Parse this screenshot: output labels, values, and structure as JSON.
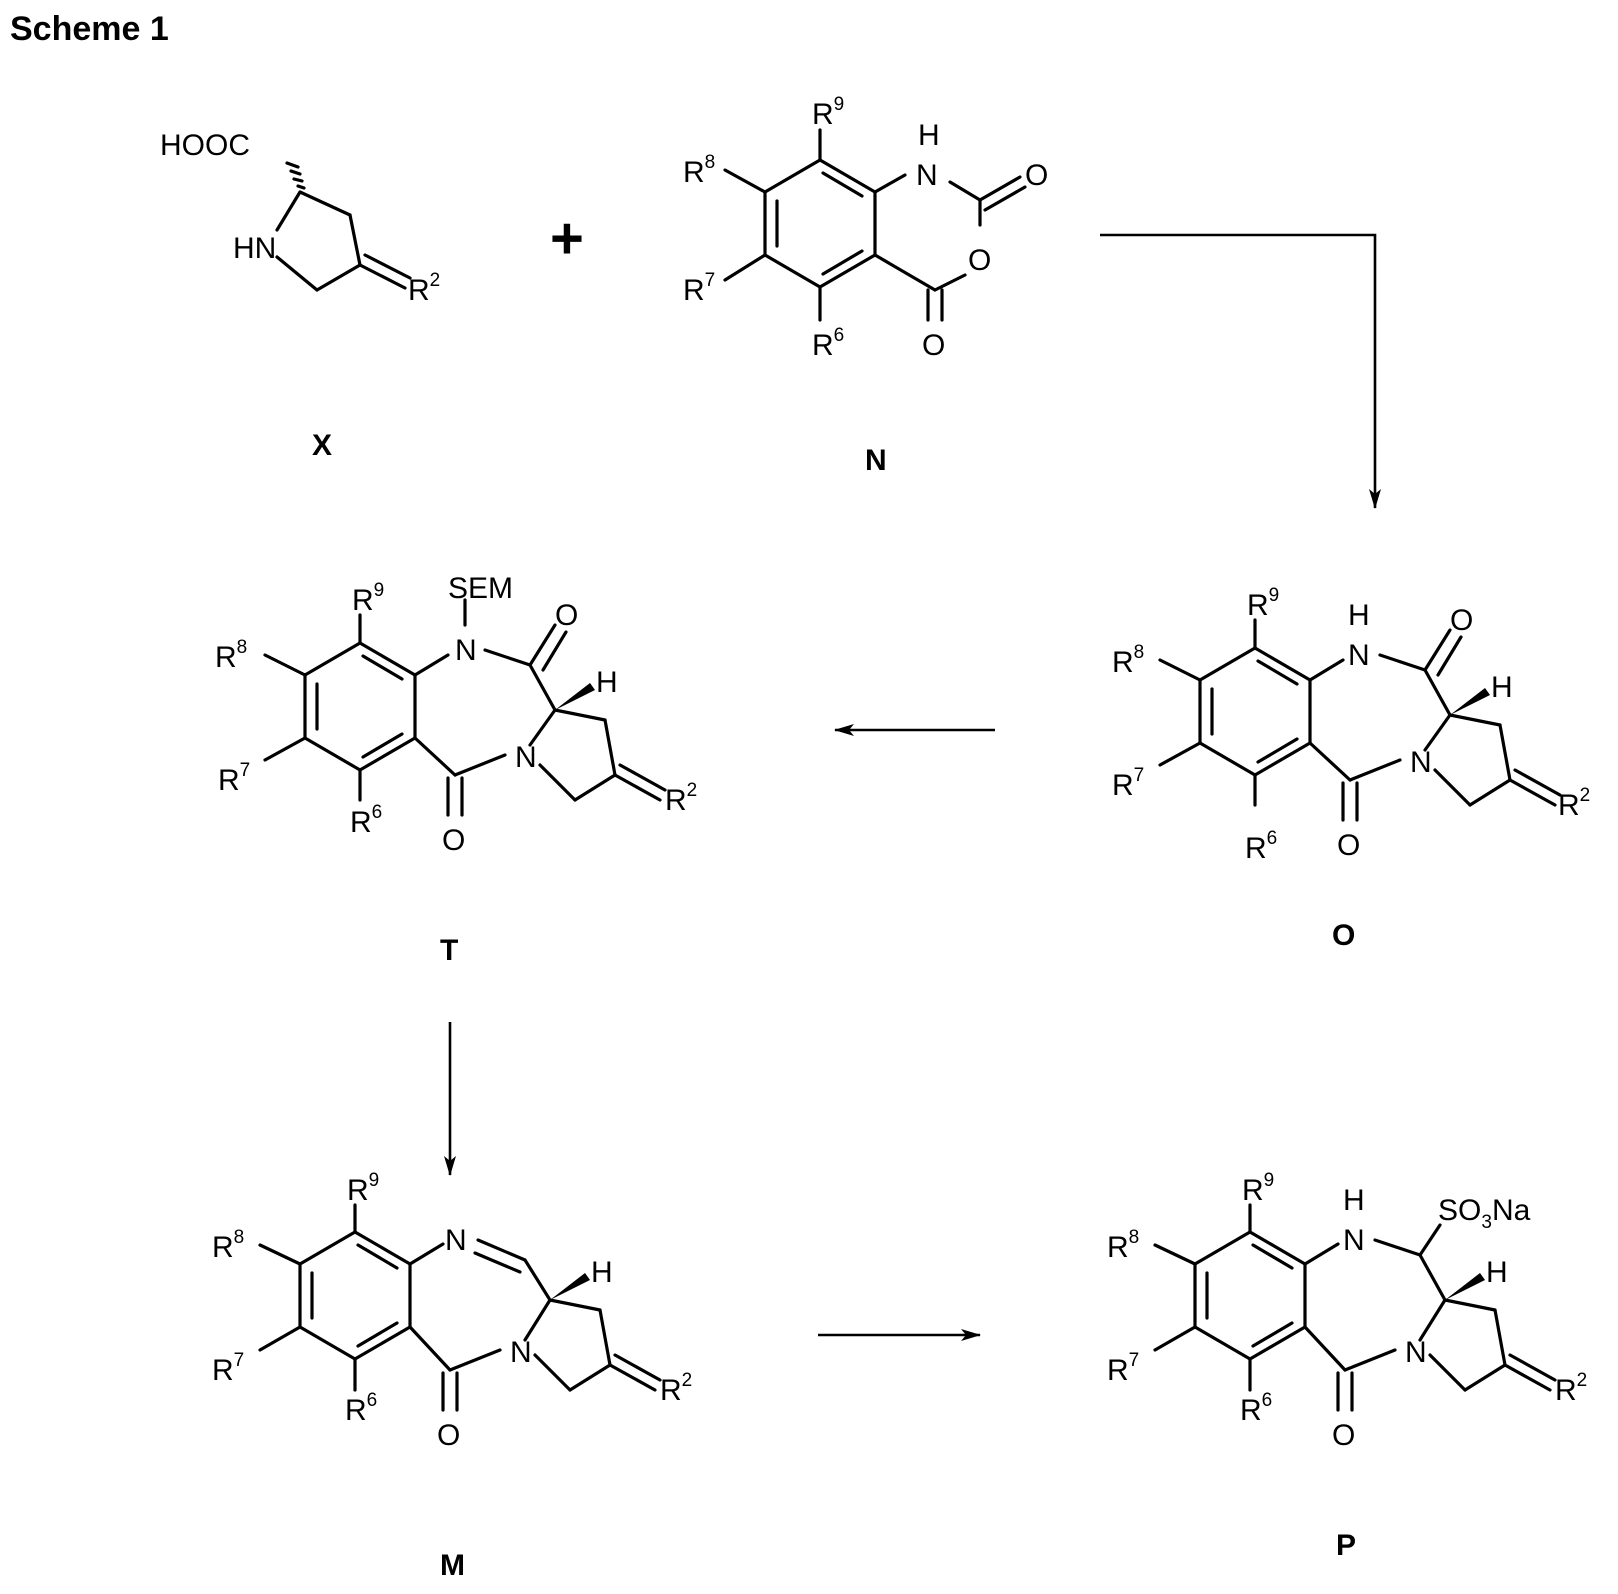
{
  "title": "Scheme 1",
  "plus": "+",
  "compounds": [
    {
      "id": "X",
      "label": "X"
    },
    {
      "id": "N",
      "label": "N"
    },
    {
      "id": "O",
      "label": "O"
    },
    {
      "id": "T",
      "label": "T"
    },
    {
      "id": "M",
      "label": "M"
    },
    {
      "id": "P",
      "label": "P"
    }
  ],
  "atoms": {
    "R": "R",
    "n": "N",
    "NH": "N",
    "HN": "HN",
    "H": "H",
    "O": "O",
    "HOOC": "HOOC",
    "SEM": "SEM",
    "SO3Na": "SO3Na",
    "SO": "SO",
    "Na": "Na",
    "sub3": "3",
    "sup2": "2",
    "sup6": "6",
    "sup7": "7",
    "sup8": "8",
    "sup9": "9"
  },
  "arrows": [
    {
      "from": "X+N",
      "to": "O"
    },
    {
      "from": "O",
      "to": "T"
    },
    {
      "from": "T",
      "to": "M"
    },
    {
      "from": "M",
      "to": "P"
    }
  ]
}
